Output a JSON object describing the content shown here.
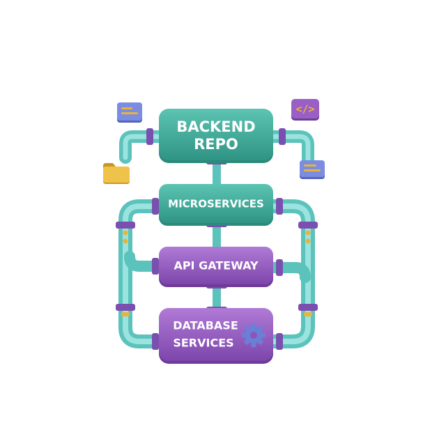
{
  "diagram": {
    "boxes": [
      {
        "id": "backend",
        "lines": [
          "BACKEND",
          "REPO"
        ]
      },
      {
        "id": "microservices",
        "lines": [
          "MICROSERVICES"
        ]
      },
      {
        "id": "api",
        "lines": [
          "API GATEWAY"
        ]
      },
      {
        "id": "database",
        "lines": [
          "DATABASE",
          "SERVICES"
        ]
      }
    ],
    "colors": {
      "teal": "#3fae9d",
      "teal_dark": "#2b8a7b",
      "purple": "#9a5fc4",
      "purple_dark": "#6f3a99",
      "pipe": "#7fd6d0",
      "pipe_dark": "#58bdb6",
      "connector": "#7b4fb0",
      "accent_yellow": "#e8b43a",
      "accent_blue": "#6b7fd6"
    },
    "icons": [
      "document-card-icon",
      "code-tag-icon",
      "folder-icon",
      "document-card-icon",
      "gear-icon"
    ],
    "code_tag_text": "</>"
  }
}
